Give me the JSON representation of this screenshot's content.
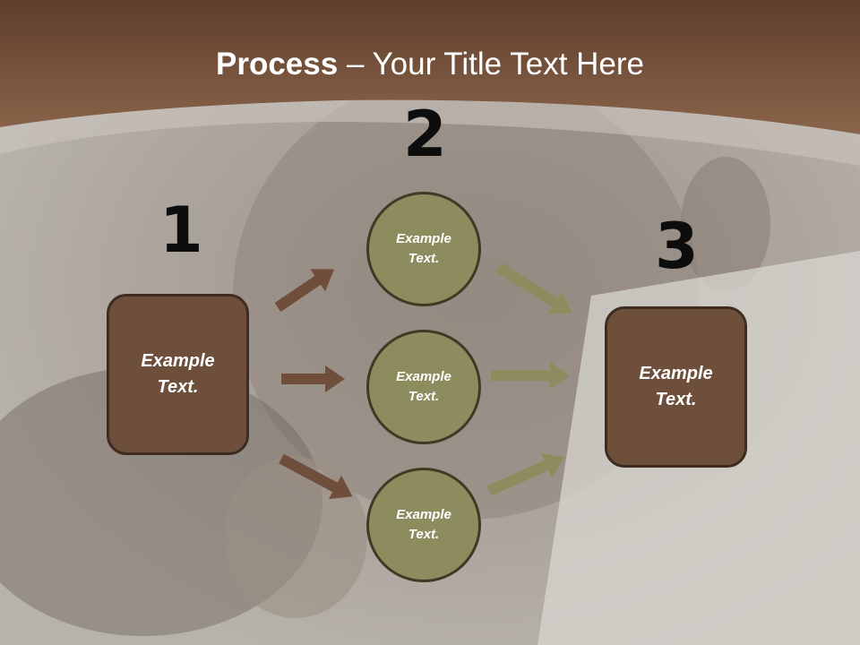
{
  "title": {
    "bold": "Process",
    "rest": " – Your Title Text Here"
  },
  "steps": [
    {
      "number": "1",
      "text": "Example Text."
    },
    {
      "number": "2",
      "text": "Example Text."
    },
    {
      "number": "3",
      "text": "Example Text."
    }
  ],
  "circles": [
    {
      "text": "Example Text."
    },
    {
      "text": "Example Text."
    },
    {
      "text": "Example Text."
    }
  ],
  "colors": {
    "header": "#6b4a35",
    "box": "#6e4f3c",
    "circle": "#8d8c5e",
    "arrow_brown": "#6f4e3b",
    "arrow_olive": "#8d8c5e"
  }
}
